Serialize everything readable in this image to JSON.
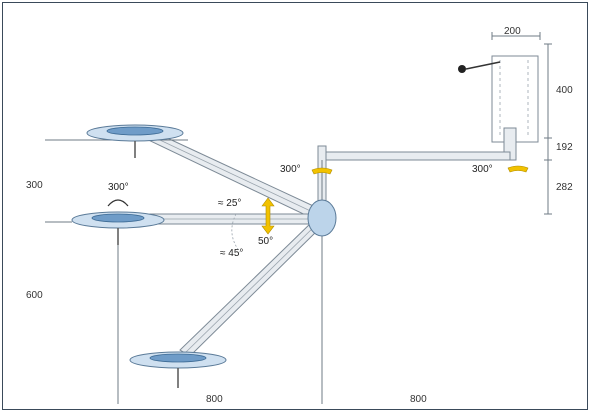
{
  "dimensions": {
    "top_width": "200",
    "right_upper": "400",
    "right_mid": "192",
    "right_lower": "282",
    "left_upper": "300",
    "left_lower": "600",
    "bottom_left": "800",
    "bottom_right": "800"
  },
  "angles": {
    "lamp_rotation": "300°",
    "pivot_rotation": "300°",
    "mount_rotation": "300°",
    "arm_up": "≈ 25°",
    "arm_down": "≈ 45°",
    "tilt": "50°"
  },
  "colors": {
    "frame": "#3a4a5a",
    "lamp_head": "#cfe0f0",
    "rotation_arrow": "#f2c200"
  }
}
